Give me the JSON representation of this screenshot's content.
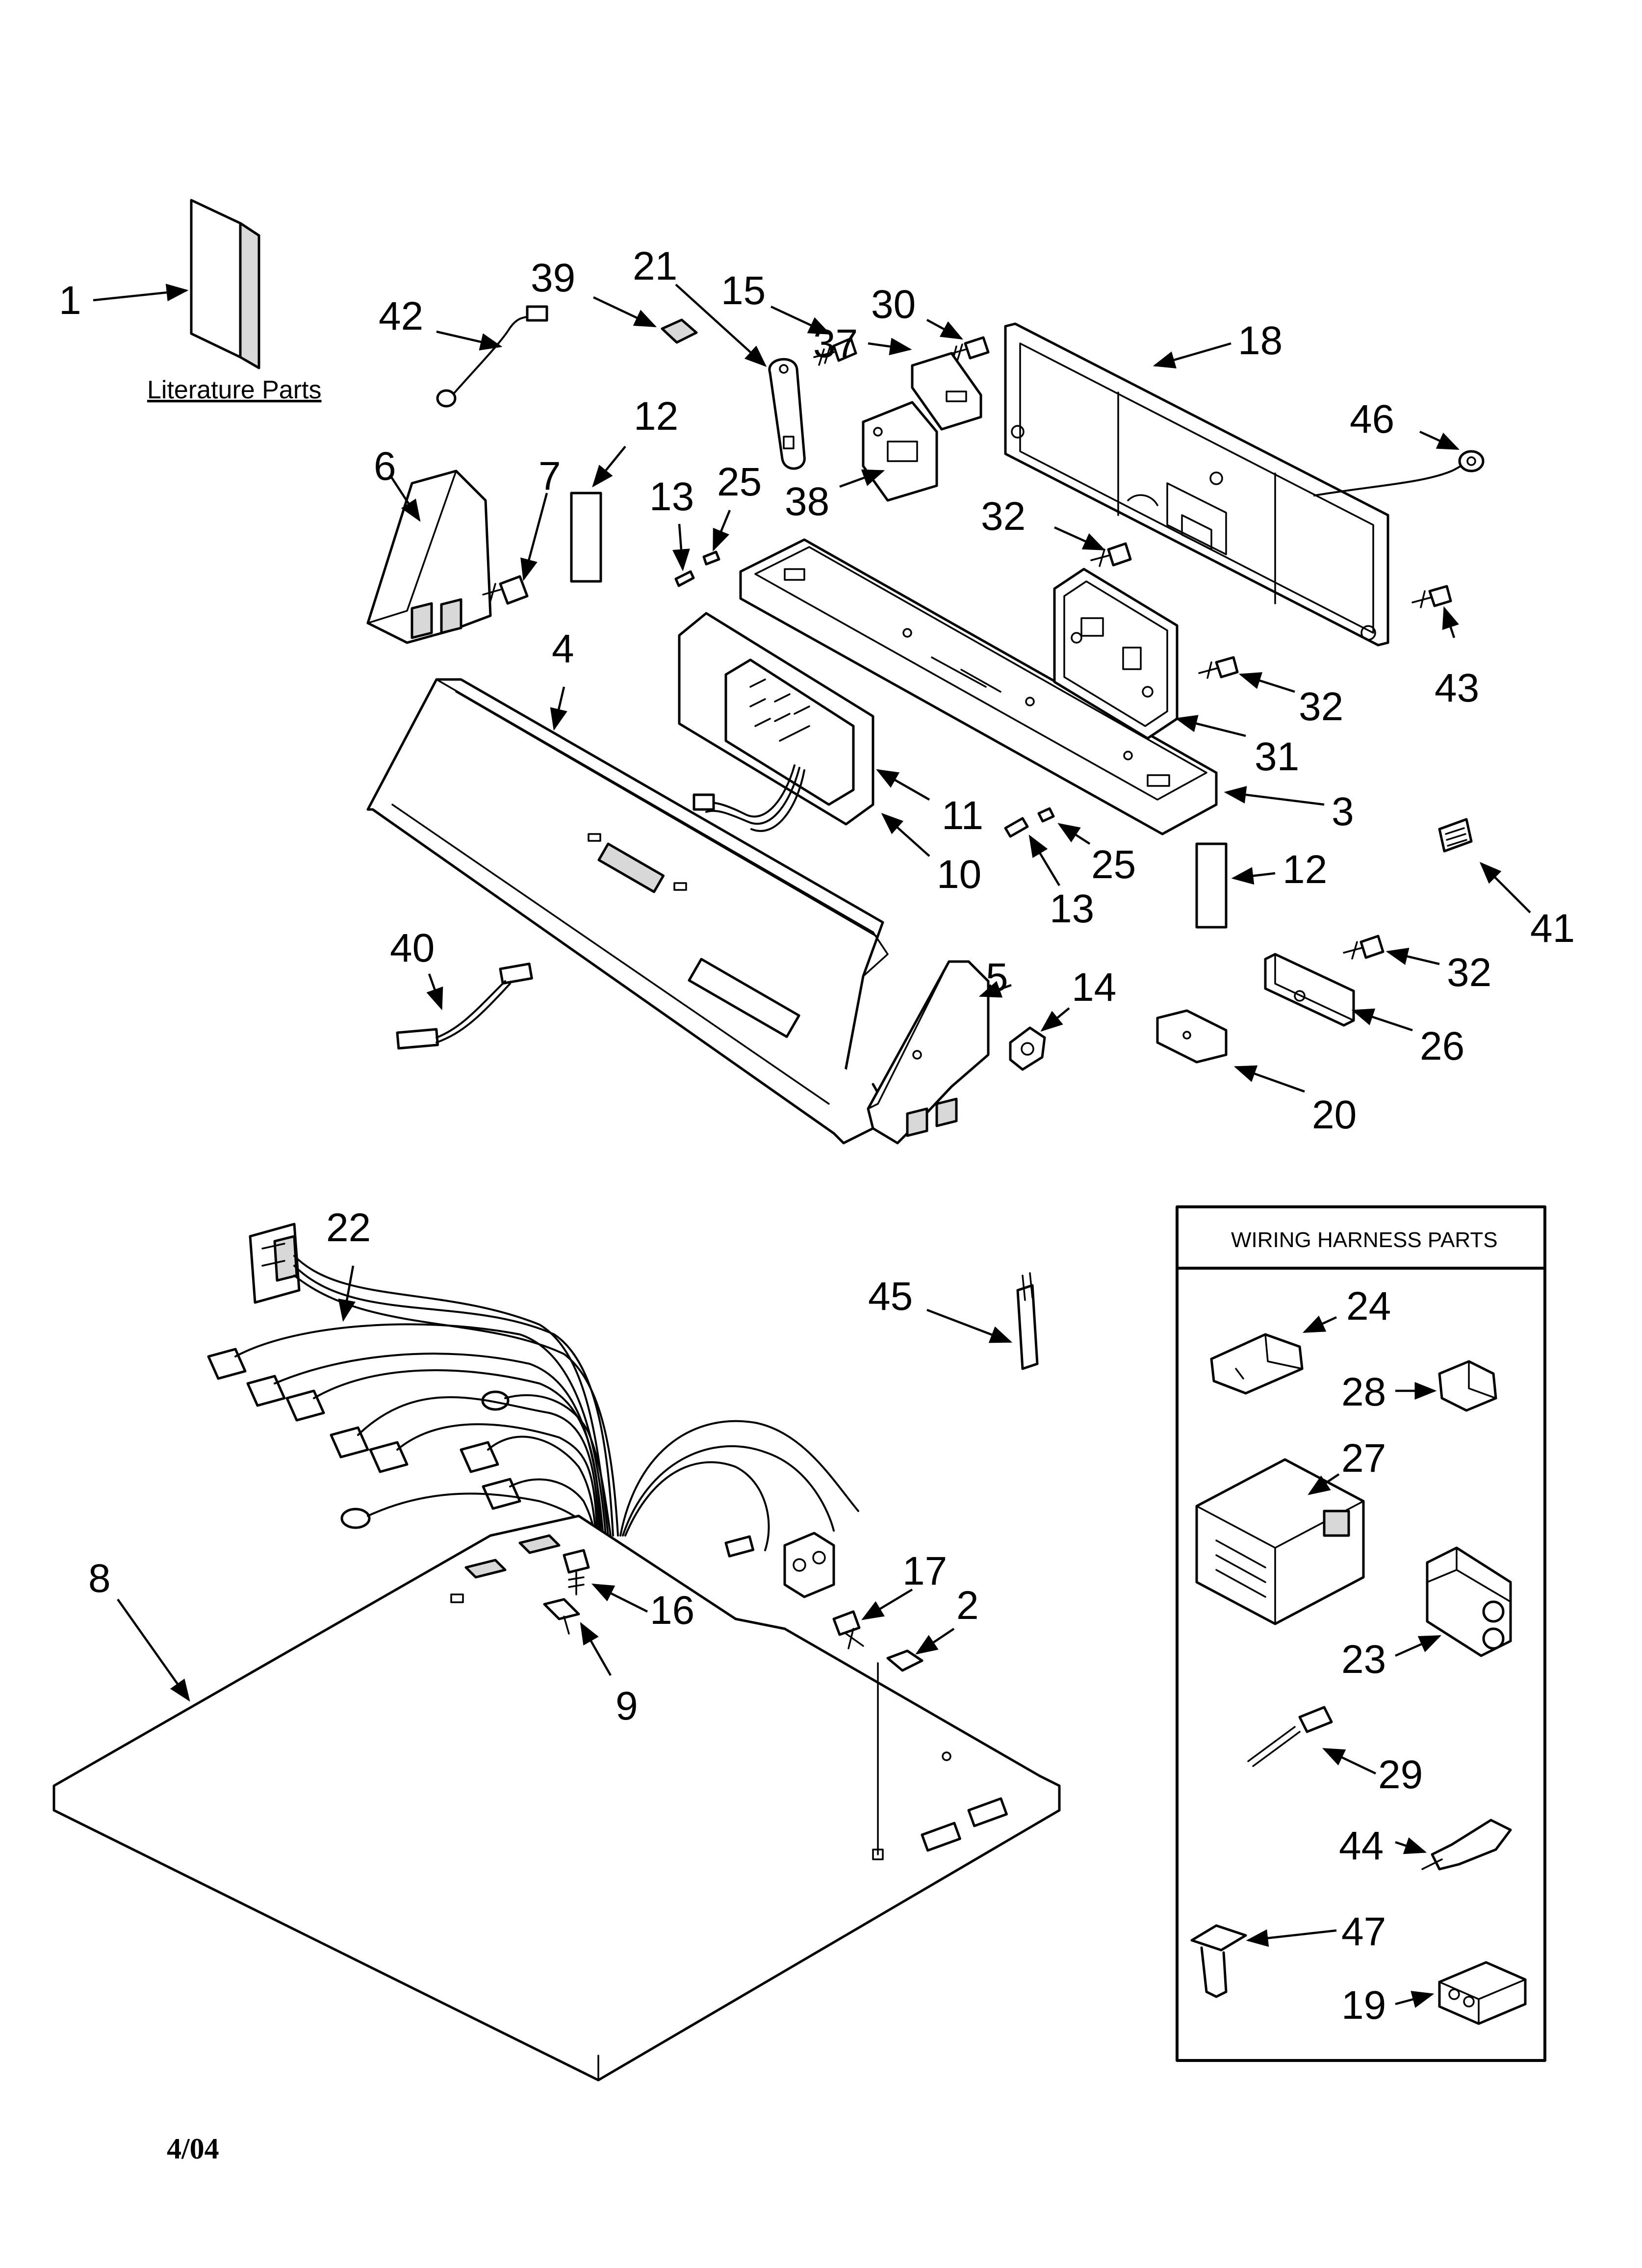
{
  "literature_label": "Literature Parts",
  "wiring_box_title": "WIRING HARNESS PARTS",
  "date_code": "4/04",
  "callouts": {
    "c1": "1",
    "c2": "2",
    "c3": "3",
    "c4": "4",
    "c5": "5",
    "c6": "6",
    "c7": "7",
    "c8": "8",
    "c9": "9",
    "c10": "10",
    "c11": "11",
    "c12a": "12",
    "c12b": "12",
    "c13a": "13",
    "c13b": "13",
    "c14": "14",
    "c15": "15",
    "c16": "16",
    "c17": "17",
    "c18": "18",
    "c19": "19",
    "c20": "20",
    "c21": "21",
    "c22": "22",
    "c23": "23",
    "c24": "24",
    "c25a": "25",
    "c25b": "25",
    "c26": "26",
    "c27": "27",
    "c28": "28",
    "c29": "29",
    "c30": "30",
    "c31": "31",
    "c32a": "32",
    "c32b": "32",
    "c32c": "32",
    "c37": "37",
    "c38": "38",
    "c39": "39",
    "c40": "40",
    "c41": "41",
    "c42": "42",
    "c43": "43",
    "c44": "44",
    "c45": "45",
    "c46": "46",
    "c47": "47"
  }
}
